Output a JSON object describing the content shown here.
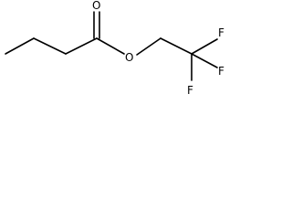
{
  "molecule": {
    "atoms": {
      "carbonyl_oxygen": "O",
      "ester_oxygen": "O",
      "fluorine_right": "F",
      "fluorine_lower": "F",
      "fluorine_bottom": "F"
    }
  }
}
